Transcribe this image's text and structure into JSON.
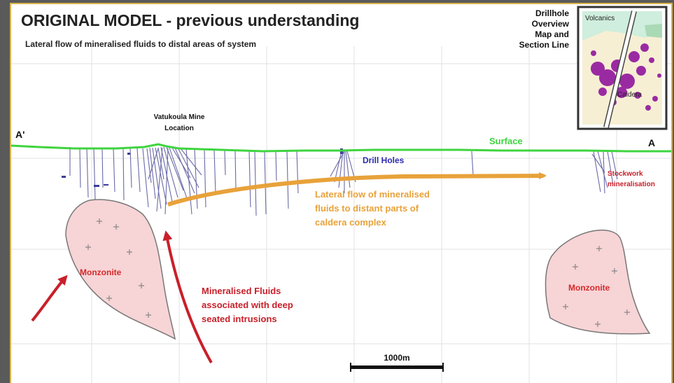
{
  "title": "ORIGINAL MODEL - previous understanding",
  "subtitle": "Lateral flow of mineralised fluids to distal areas of system",
  "inset": {
    "caption": [
      "Drillhole",
      "Overview",
      "Map and",
      "Section Line"
    ],
    "label_top": "Volcanics",
    "label_bottom": "Caldera"
  },
  "section": {
    "label_left": "A'",
    "label_right": "A",
    "surface_label": "Surface",
    "mine_location": [
      "Vatukoula Mine",
      "Location"
    ],
    "drill_holes_label": "Drill Holes",
    "stockwork_label": [
      "Stockwork",
      "mineralisation"
    ],
    "lateral_flow_label": [
      "Lateral flow of mineralised",
      "fluids to distant parts of",
      "caldera complex"
    ],
    "fluids_label": [
      "Mineralised Fluids",
      "associated with deep",
      "seated intrusions"
    ],
    "intrusion_left_label": "Monzonite",
    "intrusion_right_label": "Monzonite",
    "scale_label": "1000m"
  },
  "colors": {
    "surface": "#3fd43f",
    "lateral_arrow": "#e8a23a",
    "fluid_arrow": "#c8202a",
    "intrusion_fill": "#f7d4d6",
    "intrusion_label": "#d42a2a",
    "drill_holes_label": "#2a2ab0",
    "drill_trace": "#6a6aa8",
    "frame_border": "#d9b54a"
  },
  "icons": [
    "inset-map-icon",
    "lateral-flow-arrow-icon",
    "fluid-arrow-icon",
    "scale-bar-icon"
  ]
}
